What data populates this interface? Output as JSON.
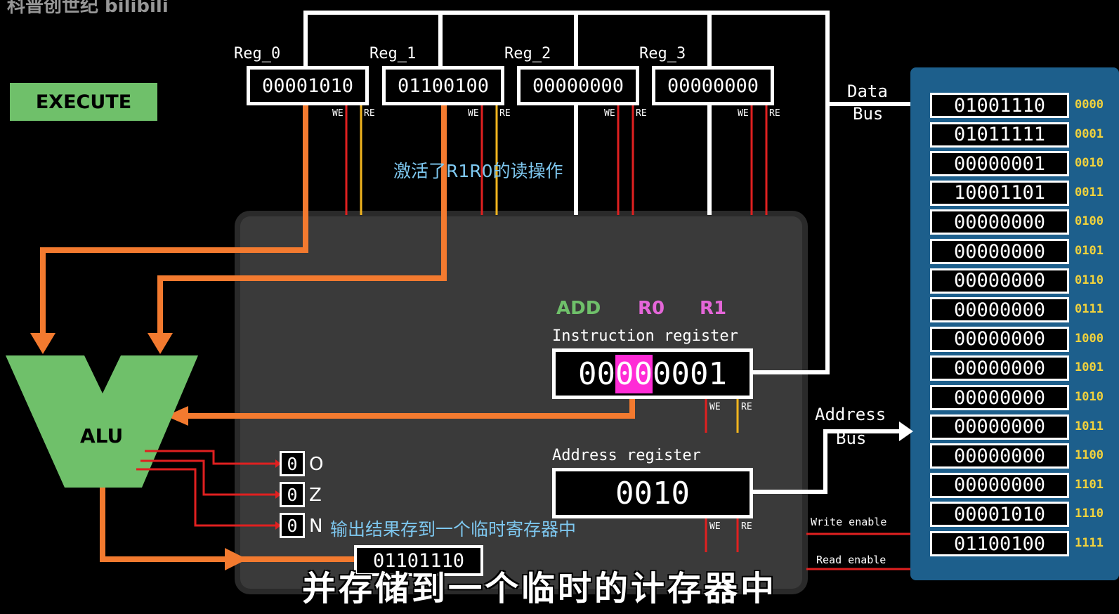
{
  "watermark": "科普创世纪 bilibili",
  "stage": "EXECUTE",
  "registers": [
    {
      "label": "Reg_0",
      "value": "00001010"
    },
    {
      "label": "Reg_1",
      "value": "01100100"
    },
    {
      "label": "Reg_2",
      "value": "00000000"
    },
    {
      "label": "Reg_3",
      "value": "00000000"
    }
  ],
  "signals": {
    "we": "WE",
    "re": "RE",
    "write_enable": "Write enable",
    "read_enable": "Read enable"
  },
  "bus": {
    "data_1": "Data",
    "data_2": "Bus",
    "address_1": "Address",
    "address_2": "Bus"
  },
  "instruction": {
    "title": "Instruction register",
    "opcode": "ADD",
    "reg_a": "R0",
    "reg_b": "R1",
    "prefix": "00",
    "highlight": "00",
    "suffix": "0001",
    "highlight_color": "#ff2bd6"
  },
  "address_register": {
    "title": "Address register",
    "value": "0010"
  },
  "alu": {
    "label": "ALU",
    "color": "#6fc06a"
  },
  "flags": [
    {
      "name": "O",
      "value": "0"
    },
    {
      "name": "Z",
      "value": "0"
    },
    {
      "name": "N",
      "value": "0"
    }
  ],
  "temp_register": {
    "value": "01101110"
  },
  "memory": [
    {
      "addr": "0000",
      "value": "01001110"
    },
    {
      "addr": "0001",
      "value": "01011111"
    },
    {
      "addr": "0010",
      "value": "00000001"
    },
    {
      "addr": "0011",
      "value": "10001101"
    },
    {
      "addr": "0100",
      "value": "00000000"
    },
    {
      "addr": "0101",
      "value": "00000000"
    },
    {
      "addr": "0110",
      "value": "00000000"
    },
    {
      "addr": "0111",
      "value": "00000000"
    },
    {
      "addr": "1000",
      "value": "00000000"
    },
    {
      "addr": "1001",
      "value": "00000000"
    },
    {
      "addr": "1010",
      "value": "00000000"
    },
    {
      "addr": "1011",
      "value": "00000000"
    },
    {
      "addr": "1100",
      "value": "00000000"
    },
    {
      "addr": "1101",
      "value": "00000000"
    },
    {
      "addr": "1110",
      "value": "00001010"
    },
    {
      "addr": "1111",
      "value": "01100100"
    }
  ],
  "subtitles": {
    "read_activate": "激活了R1R0的读操作",
    "output_store": "输出结果存到一个临时寄存器中",
    "caption": "并存储到一个临时的计存器中"
  },
  "colors": {
    "wire_orange": "#f37a2f",
    "we_red": "#e02020",
    "re_yellow": "#f2b51e",
    "ram_blue": "#1d5f8c",
    "green": "#6fc06a",
    "pink": "#e466d8"
  }
}
